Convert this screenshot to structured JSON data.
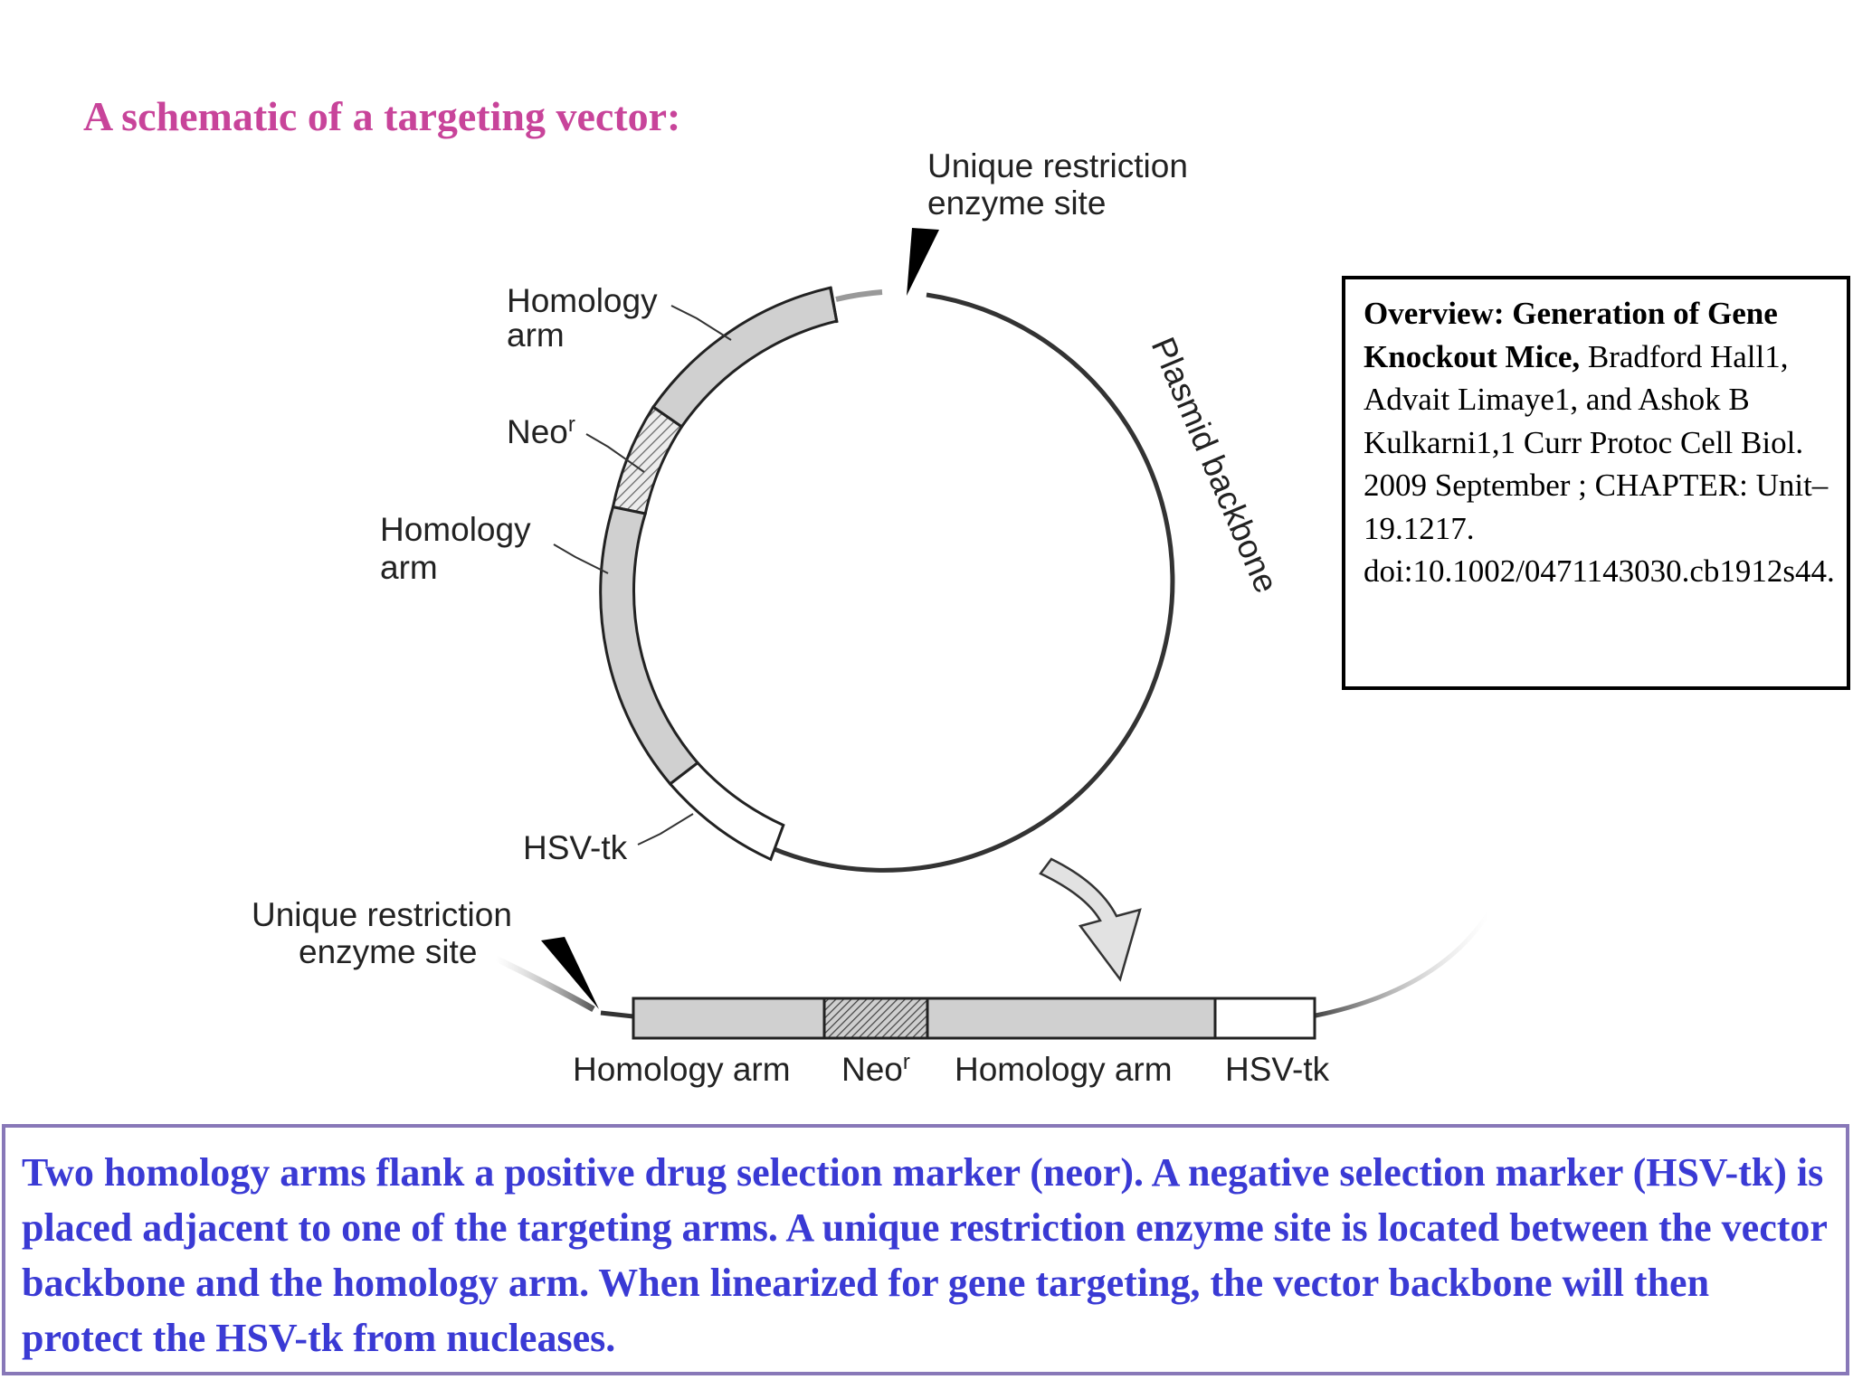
{
  "title": "A schematic of a targeting vector:",
  "diagram": {
    "circular_labels": {
      "top_site_line1": "Unique restriction",
      "top_site_line2": "enzyme site",
      "homology_arm_top_line1": "Homology",
      "homology_arm_top_line2": "arm",
      "neo": "Neo",
      "neo_superscript": "r",
      "homology_arm_mid_line1": "Homology",
      "homology_arm_mid_line2": "arm",
      "hsv_tk": "HSV-tk",
      "plasmid_backbone": "Plasmid backbone"
    },
    "linear_labels": {
      "site_line1": "Unique restriction",
      "site_line2": "enzyme site",
      "homology_arm_1": "Homology arm",
      "neo": "Neo",
      "neo_superscript": "r",
      "homology_arm_2": "Homology arm",
      "hsv_tk": "HSV-tk"
    }
  },
  "citation": {
    "bold_part": "Overview: Generation of Gene Knockout Mice,",
    "rest": " Bradford Hall1, Advait Limaye1, and Ashok B Kulkarni1,1 Curr Protoc Cell Biol. 2009 September ; CHAPTER: Unit–19.1217. doi:10.1002/0471143030.cb1912s44."
  },
  "summary": "Two homology arms flank a positive drug selection marker (neor). A negative selection marker (HSV-tk) is placed adjacent to one of the targeting arms. A unique restriction enzyme site is located between the vector backbone and the homology arm. When linearized for gene targeting, the vector backbone will then protect the HSV-tk from nucleases.",
  "colors": {
    "title": "#c8449a",
    "summary_text": "#3a3ad4",
    "summary_border": "#8878b8",
    "arm_fill": "#d0d0d0",
    "neo_hatch": "#555555",
    "hsv_fill": "#ffffff"
  }
}
